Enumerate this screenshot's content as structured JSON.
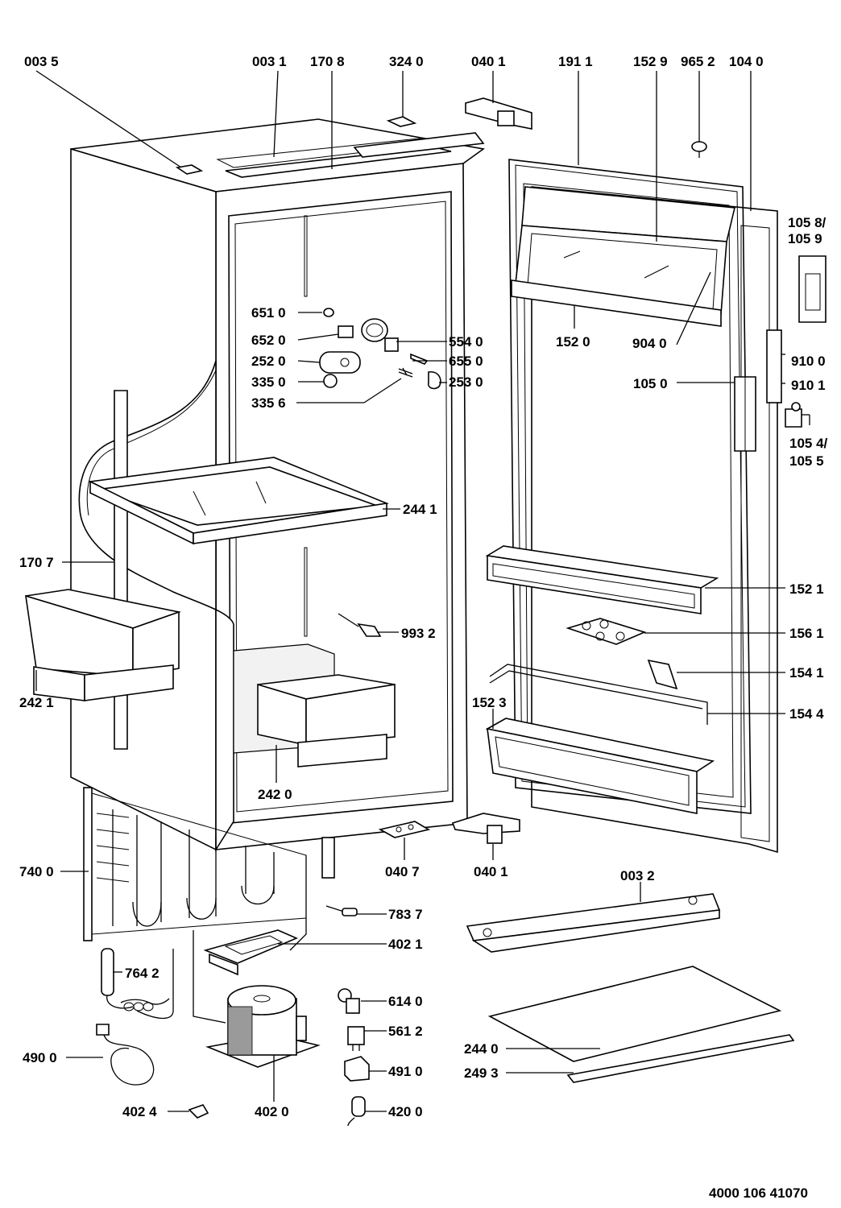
{
  "drawing_number": "4000 106 41070",
  "parts": [
    {
      "id": "p0035",
      "label": "003 5"
    },
    {
      "id": "p0031",
      "label": "003 1"
    },
    {
      "id": "p1708",
      "label": "170 8"
    },
    {
      "id": "p3240",
      "label": "324 0"
    },
    {
      "id": "p0401a",
      "label": "040 1"
    },
    {
      "id": "p1911",
      "label": "191 1"
    },
    {
      "id": "p1529",
      "label": "152 9"
    },
    {
      "id": "p9652",
      "label": "965 2"
    },
    {
      "id": "p1040",
      "label": "104 0"
    },
    {
      "id": "p1058",
      "label": "105 8/"
    },
    {
      "id": "p1059",
      "label": "105 9"
    },
    {
      "id": "p6510",
      "label": "651 0"
    },
    {
      "id": "p6520",
      "label": "652 0"
    },
    {
      "id": "p2520",
      "label": "252 0"
    },
    {
      "id": "p3350",
      "label": "335 0"
    },
    {
      "id": "p3356",
      "label": "335 6"
    },
    {
      "id": "p5540",
      "label": "554 0"
    },
    {
      "id": "p6550",
      "label": "655 0"
    },
    {
      "id": "p2530",
      "label": "253 0"
    },
    {
      "id": "p1520",
      "label": "152 0"
    },
    {
      "id": "p9040",
      "label": "904 0"
    },
    {
      "id": "p9100",
      "label": "910 0"
    },
    {
      "id": "p9101",
      "label": "910 1"
    },
    {
      "id": "p1050",
      "label": "105 0"
    },
    {
      "id": "p1054",
      "label": "105 4/"
    },
    {
      "id": "p1055",
      "label": "105 5"
    },
    {
      "id": "p2441",
      "label": "244 1"
    },
    {
      "id": "p1707",
      "label": "170 7"
    },
    {
      "id": "p1521",
      "label": "152 1"
    },
    {
      "id": "p1561",
      "label": "156 1"
    },
    {
      "id": "p9932",
      "label": "993 2"
    },
    {
      "id": "p1541",
      "label": "154 1"
    },
    {
      "id": "p2421",
      "label": "242 1"
    },
    {
      "id": "p1523",
      "label": "152 3"
    },
    {
      "id": "p1544",
      "label": "154 4"
    },
    {
      "id": "p2420",
      "label": "242 0"
    },
    {
      "id": "p7400",
      "label": "740 0"
    },
    {
      "id": "p0407",
      "label": "040 7"
    },
    {
      "id": "p0401b",
      "label": "040 1"
    },
    {
      "id": "p0032",
      "label": "003 2"
    },
    {
      "id": "p7837",
      "label": "783 7"
    },
    {
      "id": "p4021",
      "label": "402 1"
    },
    {
      "id": "p7642",
      "label": "764 2"
    },
    {
      "id": "p6140",
      "label": "614 0"
    },
    {
      "id": "p5612",
      "label": "561 2"
    },
    {
      "id": "p4900",
      "label": "490 0"
    },
    {
      "id": "p2440",
      "label": "244 0"
    },
    {
      "id": "p4910",
      "label": "491 0"
    },
    {
      "id": "p2493",
      "label": "249 3"
    },
    {
      "id": "p4024",
      "label": "402 4"
    },
    {
      "id": "p4020",
      "label": "402 0"
    },
    {
      "id": "p4200",
      "label": "420 0"
    }
  ]
}
